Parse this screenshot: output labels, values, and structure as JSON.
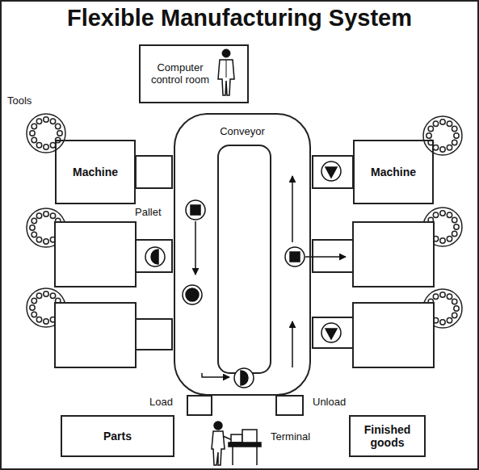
{
  "diagram": {
    "title": "Flexible Manufacturing System",
    "nodes": [
      {
        "text": [
          "Computer control room"
        ]
      },
      {
        "text": [
          "Machine"
        ]
      },
      {
        "text": [
          "Conveyor"
        ]
      },
      {
        "text": [
          "Machine"
        ]
      },
      {
        "text": [
          "Parts"
        ]
      },
      {
        "text": [
          "Finished goods"
        ]
      }
    ],
    "labels": [
      "Tools",
      "Pallet",
      "Load",
      "Unload",
      "Terminal"
    ]
  }
}
